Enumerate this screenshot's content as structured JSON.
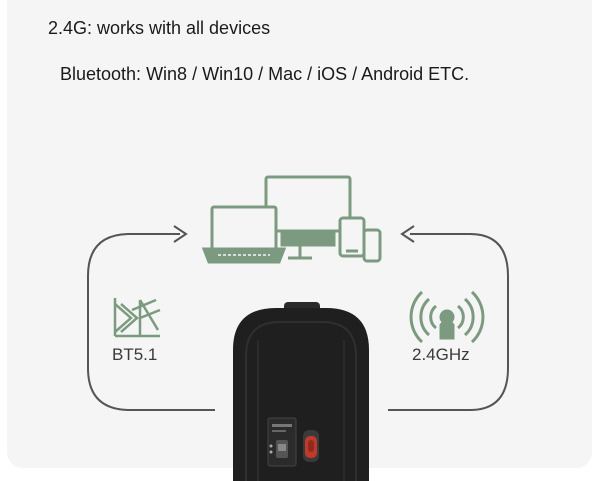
{
  "header": {
    "line_24g": "2.4G: works with all devices",
    "line_bluetooth": "Bluetooth: Win8 / Win10 / Mac / iOS / Android ETC."
  },
  "connections": {
    "bluetooth_label": "BT5.1",
    "wireless_label": "2.4GHz"
  },
  "icons": {
    "devices": "laptop-monitor-tablet-phone-icon",
    "bluetooth": "bluetooth-antenna-icon",
    "wireless": "wireless-signal-icon",
    "mouse": "wireless-mouse-underside"
  },
  "colors": {
    "icon_green": "#7b9a80",
    "arrow_gray": "#555555",
    "mouse_body": "#1f1f1f",
    "sensor_red": "#c0392b"
  }
}
